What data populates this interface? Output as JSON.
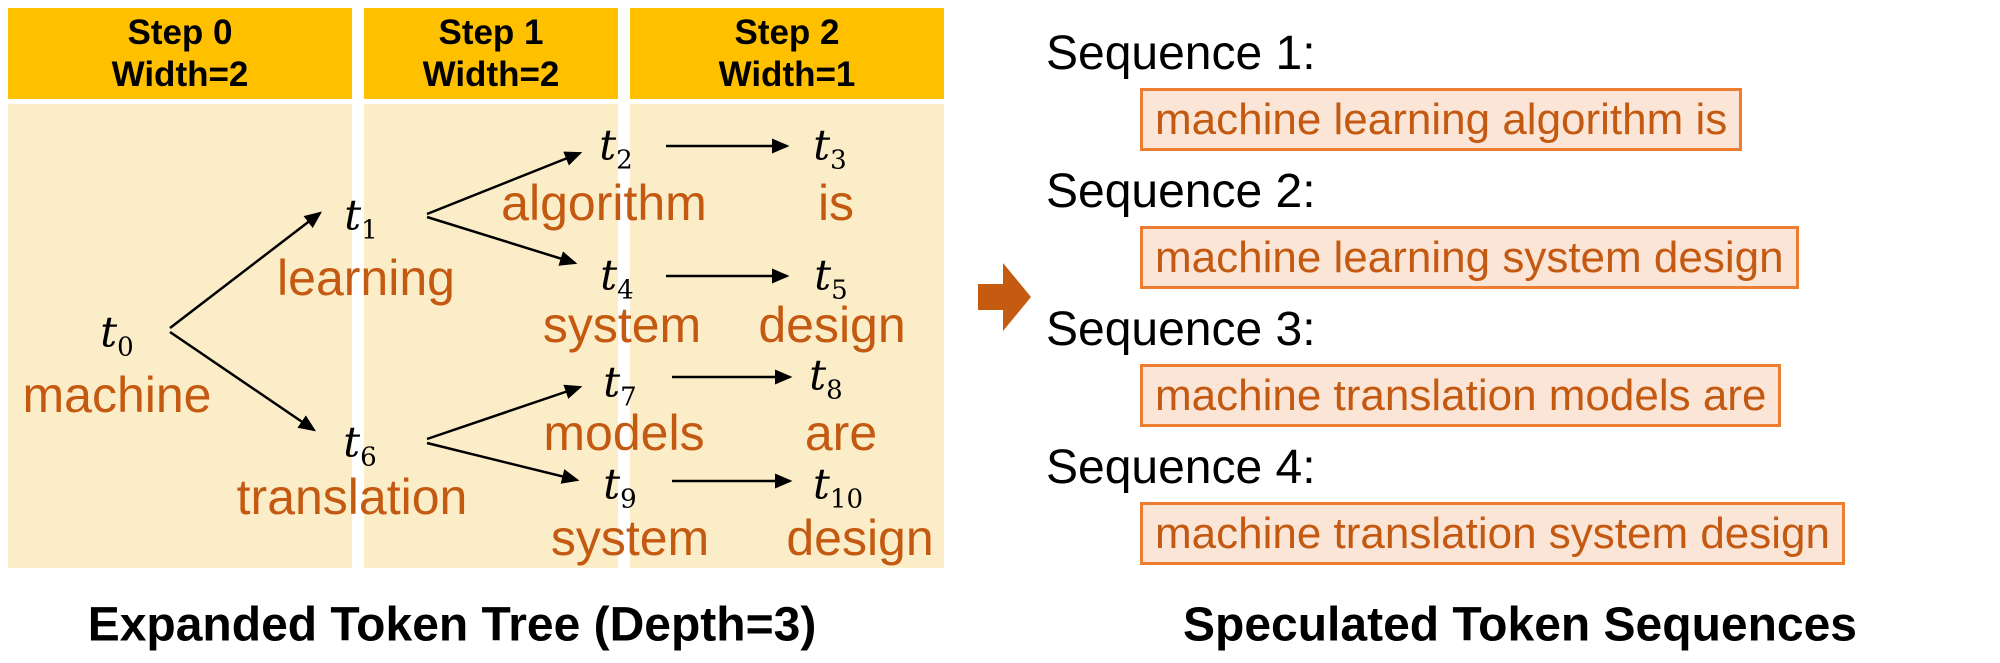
{
  "left_panel": {
    "caption": "Expanded Token Tree (Depth=3)",
    "columns": [
      {
        "step": "Step 0",
        "width": "Width=2"
      },
      {
        "step": "Step 1",
        "width": "Width=2"
      },
      {
        "step": "Step 2",
        "width": "Width=1"
      }
    ],
    "tree": {
      "tokens": {
        "t0": {
          "sym": "t",
          "sub": "0"
        },
        "t1": {
          "sym": "t",
          "sub": "1"
        },
        "t2": {
          "sym": "t",
          "sub": "2"
        },
        "t3": {
          "sym": "t",
          "sub": "3"
        },
        "t4": {
          "sym": "t",
          "sub": "4"
        },
        "t5": {
          "sym": "t",
          "sub": "5"
        },
        "t6": {
          "sym": "t",
          "sub": "6"
        },
        "t7": {
          "sym": "t",
          "sub": "7"
        },
        "t8": {
          "sym": "t",
          "sub": "8"
        },
        "t9": {
          "sym": "t",
          "sub": "9"
        },
        "t10": {
          "sym": "t",
          "sub": "10"
        }
      },
      "words": {
        "machine": "machine",
        "learning": "learning",
        "translation": "translation",
        "algorithm": "algorithm",
        "is": "is",
        "system_a": "system",
        "design_a": "design",
        "models": "models",
        "are": "are",
        "system_b": "system",
        "design_b": "design"
      },
      "edges": [
        "t0-t1",
        "t0-t6",
        "t1-t2",
        "t1-t4",
        "t6-t7",
        "t6-t9",
        "t2-t3",
        "t4-t5",
        "t7-t8",
        "t9-t10"
      ]
    }
  },
  "right_panel": {
    "caption": "Speculated Token Sequences",
    "sequences": [
      {
        "label": "Sequence 1:",
        "text": "machine learning algorithm is"
      },
      {
        "label": "Sequence 2:",
        "text": "machine learning system design"
      },
      {
        "label": "Sequence 3:",
        "text": "machine translation models are"
      },
      {
        "label": "Sequence 4:",
        "text": "machine translation system design"
      }
    ]
  },
  "icons": {
    "flow_arrow": "block-right-arrow"
  },
  "colors": {
    "column_header": "#FFC000",
    "column_body": "#FBEDC8",
    "tree_word_text": "#C45911",
    "sequence_box_fill": "#FBE5D6",
    "sequence_box_border": "#ED7D31",
    "sequence_box_text": "#C45911",
    "flow_arrow": "#C55A11",
    "black_text": "#000000"
  }
}
